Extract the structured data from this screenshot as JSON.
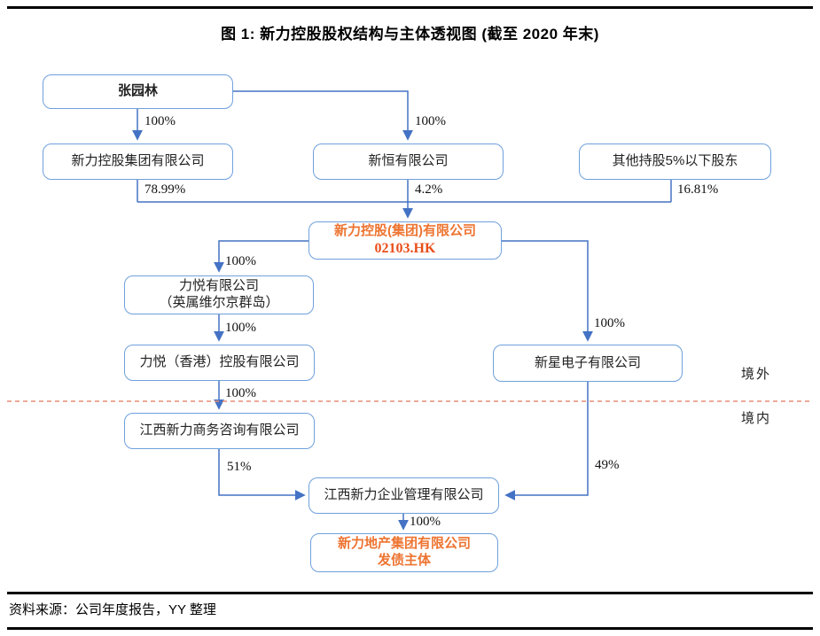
{
  "title": "图 1: 新力控股股权结构与主体透视图 (截至 2020 年末)",
  "source_note": "资料来源：公司年度报告，YY 整理",
  "regions": {
    "offshore": "境外",
    "onshore": "境内"
  },
  "colors": {
    "line_blue": "#4472C4",
    "box_border_blue": "#6FA0DC",
    "orange_text": "#ED7431",
    "ticker_red": "#E94E1B",
    "boundary_dash": "#E58E74",
    "rule_black": "#000000"
  },
  "nodes": {
    "zhang": {
      "label": "张园林"
    },
    "xinli_group": {
      "label": "新力控股集团有限公司"
    },
    "xinheng": {
      "label": "新恒有限公司"
    },
    "other_holders": {
      "label": "其他持股5%以下股东"
    },
    "sinic_listed": {
      "label": "新力控股(集团)有限公司",
      "ticker": "02103.HK"
    },
    "liyue_bvi": {
      "label": "力悦有限公司",
      "label2": "（英属维尔京群岛）"
    },
    "liyue_hk": {
      "label": "力悦（香港）控股有限公司"
    },
    "jx_consulting": {
      "label": "江西新力商务咨询有限公司"
    },
    "xinxing": {
      "label": "新星电子有限公司"
    },
    "jx_management": {
      "label": "江西新力企业管理有限公司"
    },
    "xinli_realestate": {
      "label": "新力地产集团有限公司",
      "label2": "发债主体"
    }
  },
  "edge_labels": {
    "zhang_to_xinli_group": "100%",
    "zhang_to_xinheng": "100%",
    "xinli_group_to_sinic": "78.99%",
    "xinheng_to_sinic": "4.2%",
    "other_to_sinic": "16.81%",
    "sinic_to_liyue_bvi": "100%",
    "liyue_bvi_to_liyue_hk": "100%",
    "liyue_hk_to_jx_consulting": "100%",
    "sinic_to_xinxing": "100%",
    "jx_consulting_to_jx_management": "51%",
    "xinxing_to_jx_management": "49%",
    "jx_management_to_xinli_realestate": "100%"
  }
}
